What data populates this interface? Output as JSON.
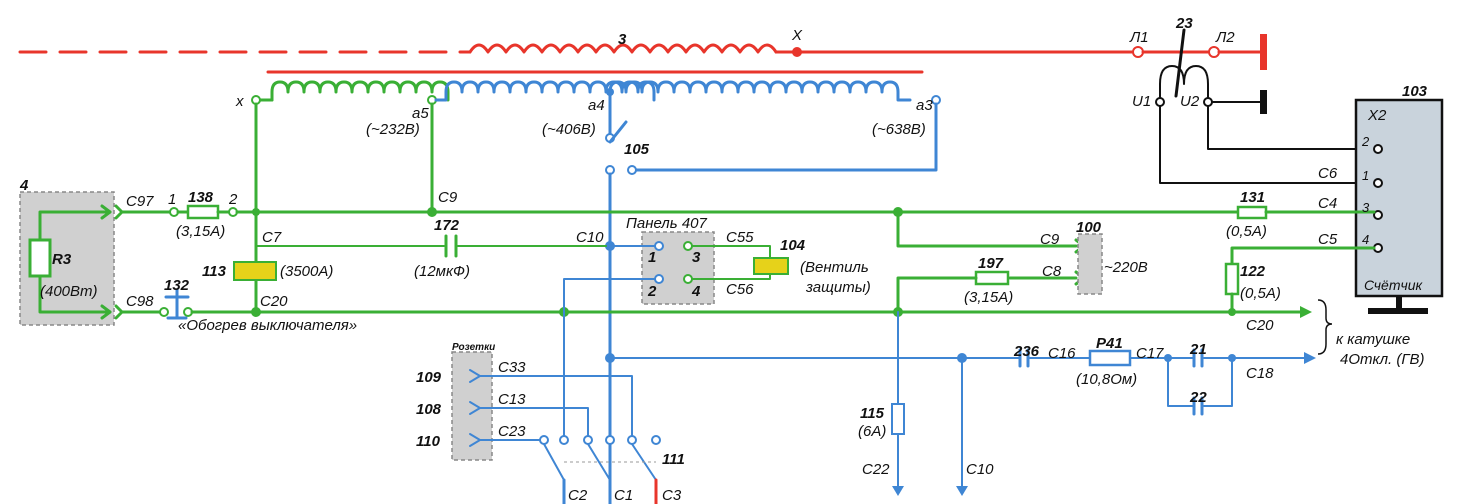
{
  "colors": {
    "red": "#e8352b",
    "green": "#3aaf35",
    "blue": "#3f86d4",
    "black": "#111111",
    "yellow": "#e6d21a",
    "meter": "#c9d3dc"
  },
  "labels": {
    "l3": "3",
    "X": "X",
    "L1": "Л1",
    "L2": "Л2",
    "l23": "23",
    "U1": "U1",
    "U2": "U2",
    "l103": "103",
    "X2": "X2",
    "x": "x",
    "a5": "a5",
    "a5v": "(~232В)",
    "a4": "a4",
    "a4v": "(~406В)",
    "a3": "a3",
    "a3v": "(~638В)",
    "l105": "105",
    "l4": "4",
    "R3": "R3",
    "R3p": "(400Вт)",
    "C97": "C97",
    "t1": "1",
    "l138": "138",
    "t2": "2",
    "l138v": "(3,15А)",
    "C9a": "C9",
    "l131": "131",
    "l131v": "(0,5А)",
    "C6": "C6",
    "C4": "C4",
    "C5": "C5",
    "p2": "2",
    "p1": "1",
    "p3": "3",
    "p4": "4",
    "C7": "C7",
    "l172": "172",
    "l172v": "(12мкФ)",
    "C10a": "C10",
    "panel407": "Панель 407",
    "C55": "C55",
    "l104": "104",
    "ventil1": "(Вентиль",
    "ventil2": "защиты)",
    "C56": "C56",
    "s1": "1",
    "s2": "2",
    "s3": "3",
    "s4": "4",
    "l100": "100",
    "C9b": "C9",
    "v220": "~220В",
    "C8": "C8",
    "l197": "197",
    "l197v": "(3,15А)",
    "l122": "122",
    "l122v": "(0,5А)",
    "l113": "113",
    "l113v": "(3500А)",
    "C20a": "C20",
    "C98": "C98",
    "l132": "132",
    "obogrev": "«Обогрев выключателя»",
    "C20b": "C20",
    "k1": "к катушке",
    "k2": "4Откл. (ГВ)",
    "schetchik": "Счётчик",
    "rozetki": "Розетки",
    "l109": "109",
    "C33": "C33",
    "l108": "108",
    "C13": "C13",
    "l110": "110",
    "C23": "C23",
    "l236": "236",
    "C16": "C16",
    "P41": "P41",
    "P41v": "(10,8Ом)",
    "C17": "C17",
    "l21": "21",
    "C18": "C18",
    "l22": "22",
    "l115": "115",
    "l115v": "(6А)",
    "C22": "C22",
    "C10b": "C10",
    "l111": "111",
    "C2": "C2",
    "C1": "C1",
    "C3": "C3"
  }
}
